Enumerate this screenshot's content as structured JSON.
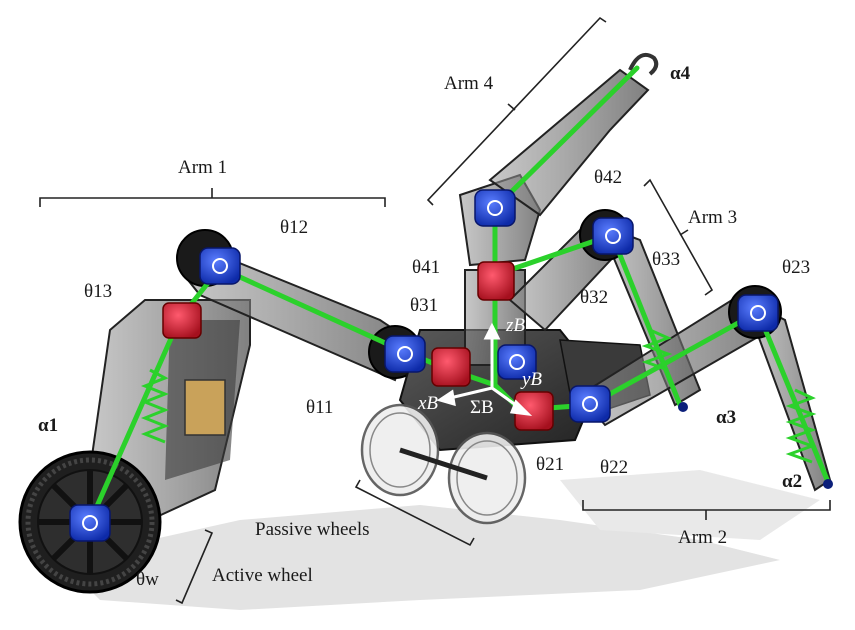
{
  "colors": {
    "background": "#ffffff",
    "link": "#2bd12b",
    "joint_blue": "#1f3fd6",
    "joint_red": "#d8223a",
    "frame": "#3c3c3c",
    "shadow": "#dcdcdc"
  },
  "arms": {
    "arm1": "Arm 1",
    "arm2": "Arm 2",
    "arm3": "Arm 3",
    "arm4": "Arm 4"
  },
  "wheels": {
    "passive": "Passive wheels",
    "active": "Active wheel"
  },
  "joints": {
    "theta11": "θ11",
    "theta12": "θ12",
    "theta13": "θ13",
    "theta21": "θ21",
    "theta22": "θ22",
    "theta23": "θ23",
    "theta31": "θ31",
    "theta32": "θ32",
    "theta33": "θ33",
    "theta41": "θ41",
    "theta42": "θ42",
    "theta_w": "θw"
  },
  "endpoints": {
    "alpha1": "α1",
    "alpha2": "α2",
    "alpha3": "α3",
    "alpha4": "α4"
  },
  "frame": {
    "xB": "xB",
    "yB": "yB",
    "zB": "zB",
    "sigmaB": "ΣB"
  }
}
